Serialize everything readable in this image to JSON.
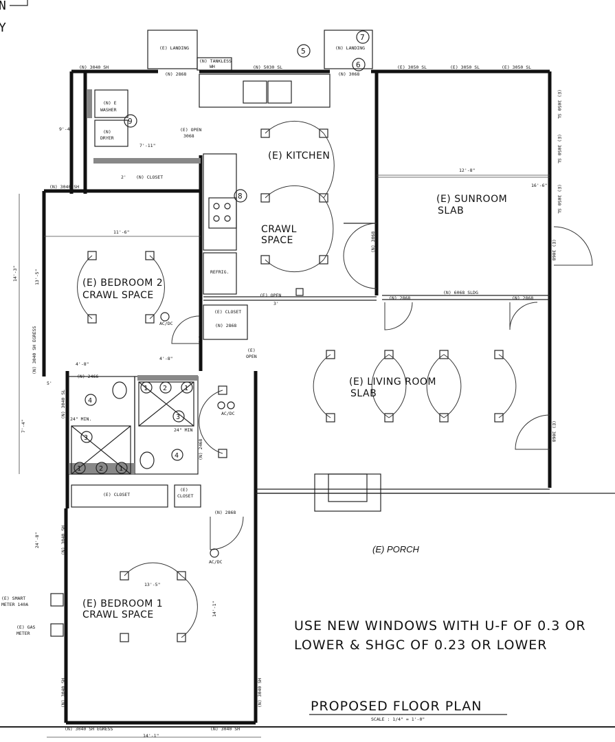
{
  "corner_text": [
    "N",
    "Y"
  ],
  "rooms": {
    "kitchen": "(E) KITCHEN",
    "crawl": [
      "CRAWL",
      "SPACE"
    ],
    "sunroom": [
      "(E) SUNROOM",
      "SLAB"
    ],
    "bedroom2": [
      "(E) BEDROOM 2",
      "CRAWL SPACE"
    ],
    "living": [
      "(E) LIVING ROOM",
      "SLAB"
    ],
    "bedroom1": [
      "(E) BEDROOM 1",
      "CRAWL SPACE"
    ],
    "porch": "(E) PORCH"
  },
  "labels": {
    "landing_left": "(E) LANDING",
    "landing_right": "(N) LANDING",
    "tankless": [
      "(N) TANKLESS",
      "WH"
    ],
    "win_3040sh_top": "(N) 3040 SH",
    "door_2868_a": "(N) 2868",
    "win_5030sl": "(N) 5030 SL",
    "door_3068_a": "(N) 3068",
    "sun_top": [
      "(E) 3050 SL",
      "(E) 3050 SL",
      "(E) 3050 SL"
    ],
    "sun_right": [
      "(E) 3050 SL",
      "(E) 3050 SL",
      "(E) 3050 SL"
    ],
    "washer": [
      "(N) E",
      "WASHER"
    ],
    "dryer": [
      "(N)",
      "DRYER"
    ],
    "open_3068": [
      "(E) OPEN",
      "3068"
    ],
    "dim_7_11": "7'-11\"",
    "dim_9_4": "9'-4\"",
    "dim_2": "2'",
    "closet_n": "(N) CLOSET",
    "win_3040sh_b2": "(N) 3040 SH",
    "dim_11_6": "11'-6\"",
    "dim_12_8": "12'-8\"",
    "dim_16_6": "16'-6\"",
    "door_3068_e": "(E) 3068",
    "refrig": "REFRIG.",
    "door_3068_n2": "(N) 3068",
    "door_6068": "(N) 6068 SLDG",
    "door_2868_b": "(N) 2868",
    "door_2868_c": "(N) 2868",
    "open_3": [
      "(E) OPEN",
      "3'"
    ],
    "closet_e1": "(E) CLOSET",
    "door_2868_d": "(N) 2868",
    "dim_14_3": "14'-3\"",
    "dim_13_5": "13'-5\"",
    "acdc_1": "AC/DC",
    "egress_1": "(N) 3040 SH EGRESS",
    "door_2868_e": "(N) 2868",
    "dim_4_8_a": "4'-8\"",
    "dim_4_8_b": "4'-8\"",
    "open_e": [
      "(E)",
      "OPEN"
    ],
    "door_2466": "(N) 2466",
    "dim_5": "5'",
    "win_3040sl": "(N) 3040 SL",
    "dim_7_4": "7'-4\"",
    "min_24_a": "24\" MIN.",
    "min_24_b": "24\" MIN",
    "door_2468": "(N) 2468",
    "acdc_2": "AC/DC",
    "door_3068_living": "(E) 3068",
    "closet_e2": "(E) CLOSET",
    "closet_e3": [
      "(E)",
      "CLOSET"
    ],
    "door_2868_f": "(N) 2868",
    "dim_24_8": "24'-8\"",
    "win_3040sh_b1": "(N) 3040 SH",
    "acdc_3": "AC/DC",
    "dim_13_5_b": "13'-5\"",
    "dim_14_1": "14'-1\"",
    "meter_smart": [
      "(E) SMART",
      "METER 140A"
    ],
    "meter_gas": [
      "(E) GAS",
      "METER"
    ],
    "win_3040sh_b1_left": "(N) 3040 SH",
    "win_3040sh_b1_right": "(N) 3040 SH",
    "egress_2": "(N) 3040 SH EGRESS",
    "win_3040sh_bottom": "(N) 3040 SH",
    "dim_14_1_b": "14'-1\""
  },
  "callouts": [
    "1",
    "2",
    "3",
    "4",
    "5",
    "6",
    "7",
    "8",
    "9"
  ],
  "note_lines": [
    "USE NEW WINDOWS WITH U-F OF 0.3 OR",
    "LOWER & SHGC OF 0.23 OR LOWER"
  ],
  "title": "PROPOSED FLOOR PLAN",
  "scale": "SCALE : 1/4\" = 1'-0\""
}
